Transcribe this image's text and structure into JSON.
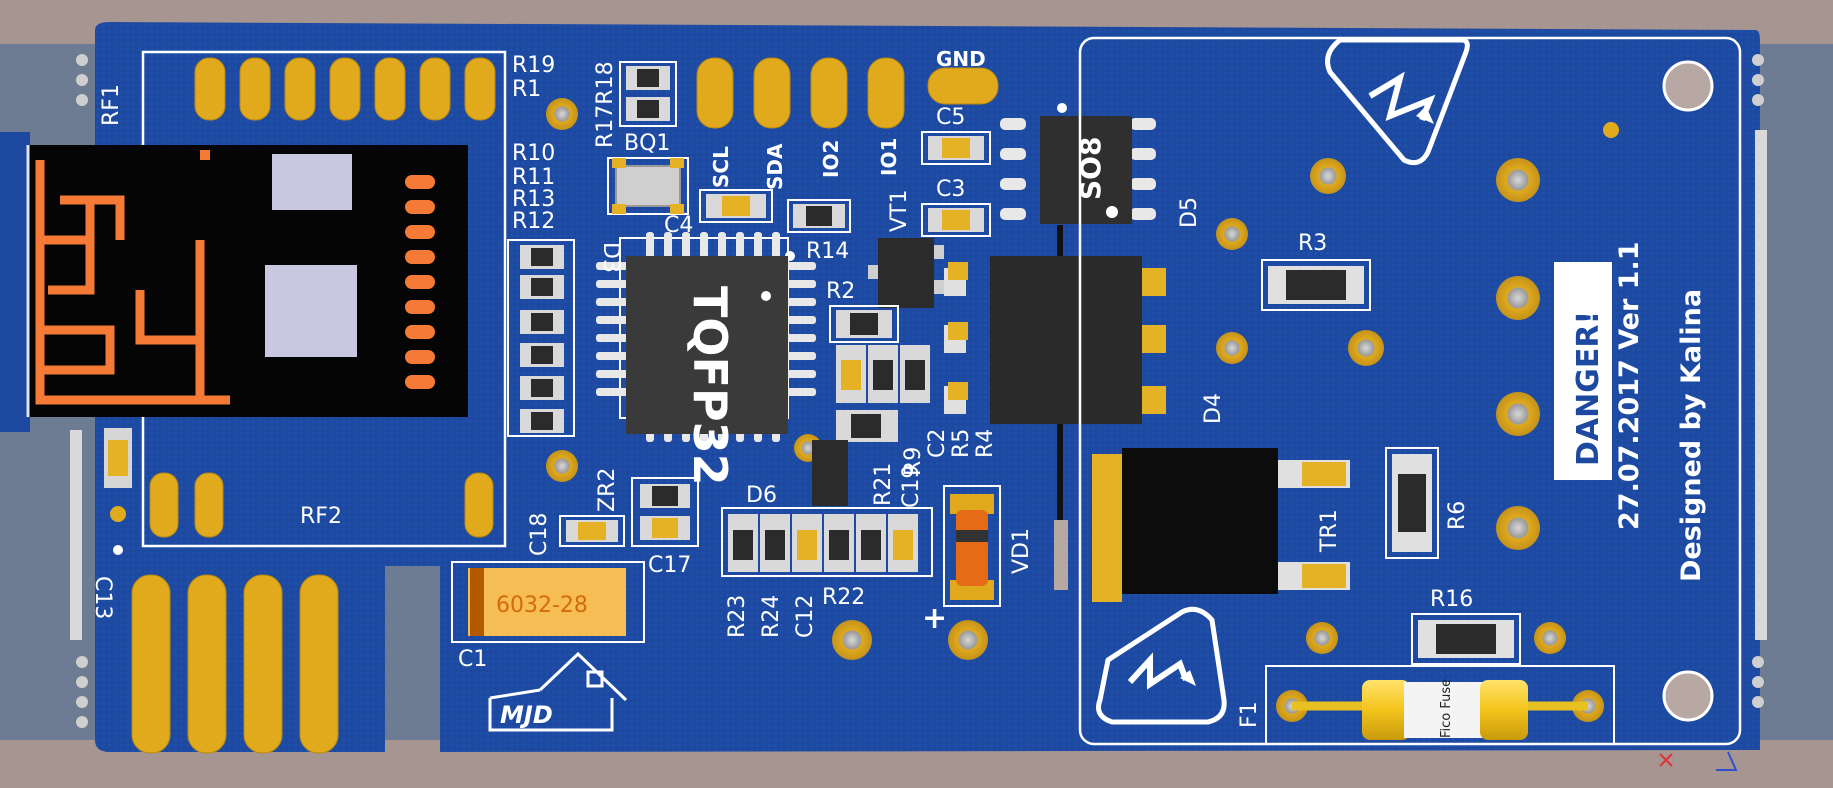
{
  "board": {
    "colors": {
      "background": "#a79591",
      "pcb": "#1d4aa0",
      "copper_pad": "#e0aa1c",
      "silkscreen": "#ffffff",
      "chip": "#2b2b2b",
      "antenna": "#f47a36"
    }
  },
  "labels": {
    "rf1": "RF1",
    "rf2": "RF2",
    "r19": "R19",
    "r1": "R1",
    "r17r18": "R17R18",
    "bq1": "BQ1",
    "r10": "R10",
    "r11": "R11",
    "r13": "R13",
    "r12": "R12",
    "scl": "SCL",
    "sda": "SDA",
    "io2": "IO2",
    "io1": "IO1",
    "gnd": "GND",
    "c5": "C5",
    "c3": "C3",
    "c4": "C4",
    "d3": "D3",
    "r14": "R14",
    "vt1": "VT1",
    "r2": "R2",
    "so8": "SO8",
    "d5": "D5",
    "r3": "R3",
    "d4": "D4",
    "tqfp32": "TQFP32",
    "r9": "R9",
    "c2": "C2",
    "r5": "R5",
    "r4": "R4",
    "c19": "C19",
    "r21": "R21",
    "d6": "D6",
    "zr2": "ZR2",
    "c18": "C18",
    "c17": "C17",
    "r23": "R23",
    "r24": "R24",
    "c12": "C12",
    "r22": "R22",
    "vd1": "VD1",
    "plus": "+",
    "c13": "C13",
    "c1": "C1",
    "cap_c1_value": "6032-28",
    "logo": "MJD",
    "tr1": "TR1",
    "r6": "R6",
    "r16": "R16",
    "f1": "F1",
    "fuse_text": "Fico Fuse",
    "danger": "DANGER!",
    "version": "27.07.2017 Ver 1.1",
    "designer": "Designed by Kalina"
  }
}
